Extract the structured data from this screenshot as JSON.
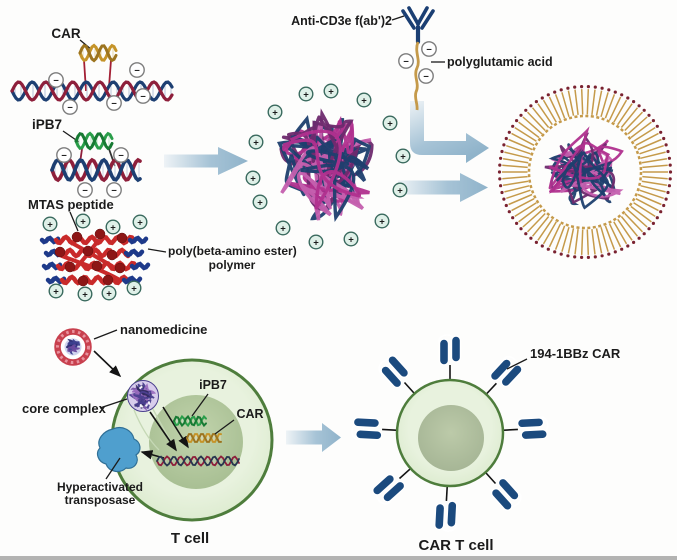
{
  "diagram": {
    "top_left": {
      "car_label": "CAR",
      "ipb7_label": "iPB7",
      "mtas_label": "MTAS peptide",
      "pbae_label_line1": "poly(beta-amino ester)",
      "pbae_label_line2": "polymer"
    },
    "top_right": {
      "antibody_label": "Anti-CD3e f(ab')2",
      "polyglutamic_label": "polyglutamic acid"
    },
    "charges": {
      "negative_symbol": "−",
      "positive_symbol": "+"
    },
    "bottom_left": {
      "nanomedicine_label": "nanomedicine",
      "core_complex_label": "core complex",
      "transposase_label_line1": "Hyperactivated",
      "transposase_label_line2": "transposase",
      "nucleus_ipb7_label": "iPB7",
      "nucleus_car_label": "CAR",
      "cell_label": "T cell"
    },
    "bottom_right": {
      "receptor_label": "194-1BBz CAR",
      "cell_label": "CAR T cell"
    },
    "colors": {
      "dna_navy": "#1d3f72",
      "dna_maroon": "#8e1f3b",
      "car_gold": "#c59429",
      "car_gold_dark": "#9c741f",
      "ipb7_green": "#2a9e4a",
      "ipb7_green_dark": "#177a33",
      "peptide_red": "#c92a2a",
      "peptide_bead": "#8c1616",
      "polymer_blue": "#1e3a8a",
      "polyplex_navy": "#1d3f6e",
      "polyplex_magenta": "#b0308e",
      "polyplex_purple": "#6e2a6e",
      "polyplex_pink": "#c45fae",
      "arrow_blue": "#8fb3ca",
      "antibody_navy": "#1b3f73",
      "polyglutamic_tan": "#c59a4a",
      "bristle_tip": "#7a2230",
      "cell_fill": "#e2efd8",
      "cell_border": "#4e7d3c",
      "transposase_blue": "#4f9fce",
      "receptor_navy": "#1b4a7e",
      "nanomedicine_ring": "#c8404e",
      "plus_circle_fill": "#dff0e8",
      "minus_circle_fill": "#ffffff"
    }
  }
}
